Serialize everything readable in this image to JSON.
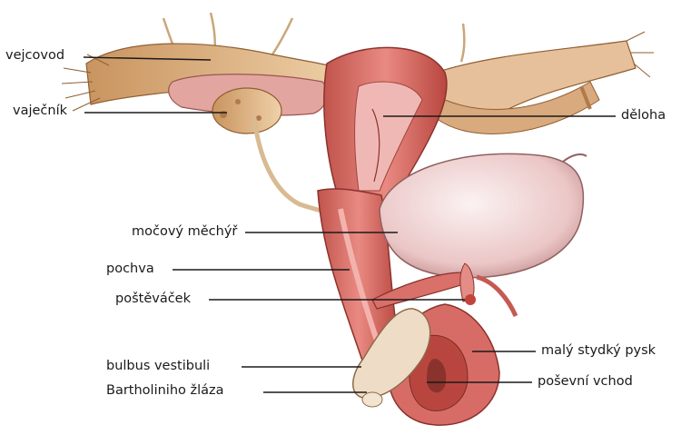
{
  "labels": {
    "vejcovod": "vejcovod",
    "vajecnik": "vaječník",
    "deloha": "děloha",
    "mocovy_mechyr": "močový měchýř",
    "pochva": "pochva",
    "postevacek": "poštěváček",
    "maly_stydky_pysk": "malý stydký pysk",
    "bulbus_vestibuli": "bulbus vestibuli",
    "posevni_vchod": "poševní vchod",
    "bartholiniho_zlaza": "Bartholiniho žláza"
  },
  "colors": {
    "muscle": "#d9706a",
    "muscle_dark": "#b8463f",
    "pink": "#e8a0a0",
    "bladder": "#f0d8d8",
    "tube": "#d9b48a",
    "ovary": "#e7c9a3"
  }
}
